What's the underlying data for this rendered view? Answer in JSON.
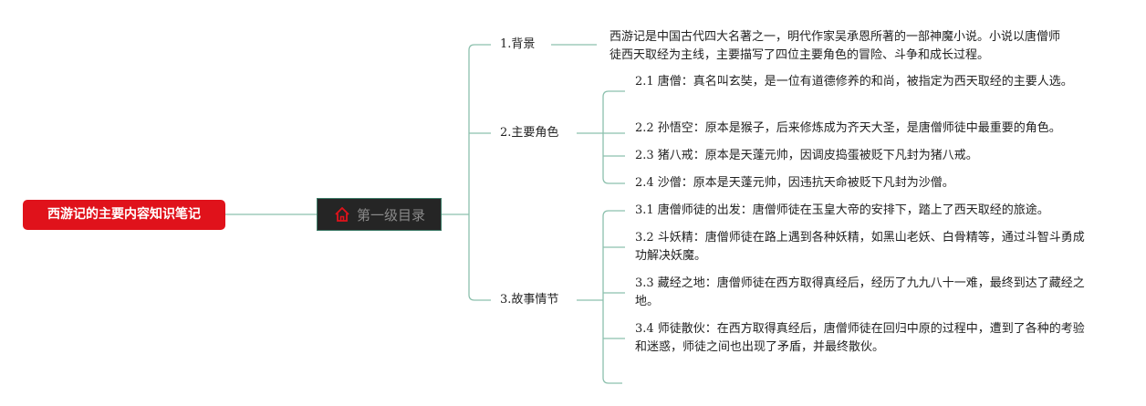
{
  "root": {
    "title": "西游记的主要内容知识笔记"
  },
  "level1": {
    "title": "第一级目录",
    "icon": "home-icon",
    "accent": "#e0121b"
  },
  "colors": {
    "root_bg": "#e0121b",
    "level1_bg": "#252525",
    "connector": "#8cc0ad"
  },
  "sections": [
    {
      "label": "1.背景",
      "items": [
        "西游记是中国古代四大名著之一，明代作家吴承恩所著的一部神魔小说。小说以唐僧师徒西天取经为主线，主要描写了四位主要角色的冒险、斗争和成长过程。"
      ]
    },
    {
      "label": "2.主要角色",
      "items": [
        "2.1 唐僧：真名叫玄奘，是一位有道德修养的和尚，被指定为西天取经的主要人选。",
        "2.2 孙悟空：原本是猴子，后来修炼成为齐天大圣，是唐僧师徒中最重要的角色。",
        "2.3 猪八戒：原本是天蓬元帅，因调皮捣蛋被贬下凡封为猪八戒。",
        "2.4 沙僧：原本是天蓬元帅，因违抗天命被贬下凡封为沙僧。"
      ]
    },
    {
      "label": "3.故事情节",
      "items": [
        "3.1 唐僧师徒的出发：唐僧师徒在玉皇大帝的安排下，踏上了西天取经的旅途。",
        "3.2 斗妖精：唐僧师徒在路上遇到各种妖精，如黑山老妖、白骨精等，通过斗智斗勇成功解决妖魔。",
        "3.3 藏经之地：唐僧师徒在西方取得真经后，经历了九九八十一难，最终到达了藏经之地。",
        "3.4 师徒散伙：在西方取得真经后，唐僧师徒在回归中原的过程中，遭到了各种的考验和迷惑，师徒之间也出现了矛盾，并最终散伙。",
        ""
      ]
    }
  ]
}
